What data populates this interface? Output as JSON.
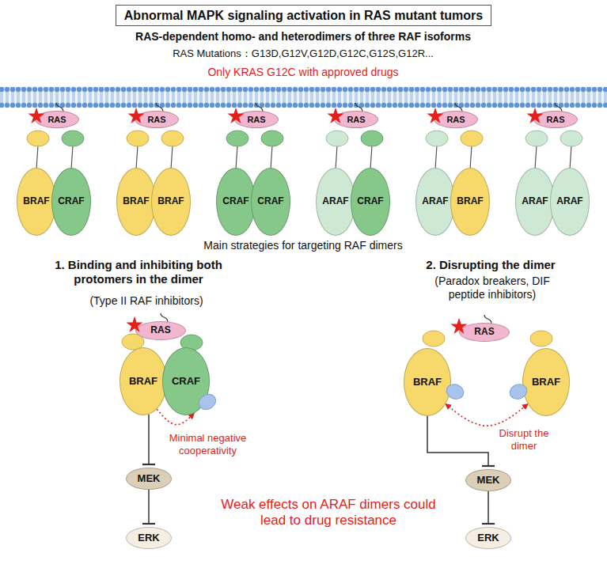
{
  "diagram": {
    "title": "Abnormal MAPK signaling activation in RAS mutant tumors",
    "nodes": [
      {
        "text": [
          "RAS"
        ]
      },
      {
        "text": [
          "BRAF"
        ]
      },
      {
        "text": [
          "CRAF"
        ]
      },
      {
        "text": [
          "RAS"
        ]
      },
      {
        "text": [
          "BRAF"
        ]
      },
      {
        "text": [
          "BRAF"
        ]
      },
      {
        "text": [
          "RAS"
        ]
      },
      {
        "text": [
          "CRAF"
        ]
      },
      {
        "text": [
          "CRAF"
        ]
      },
      {
        "text": [
          "RAS"
        ]
      },
      {
        "text": [
          "ARAF"
        ]
      },
      {
        "text": [
          "CRAF"
        ]
      },
      {
        "text": [
          "RAS"
        ]
      },
      {
        "text": [
          "ARAF"
        ]
      },
      {
        "text": [
          "BRAF"
        ]
      },
      {
        "text": [
          "RAS"
        ]
      },
      {
        "text": [
          "ARAF"
        ]
      },
      {
        "text": [
          "ARAF"
        ]
      },
      {
        "text": [
          "RAS"
        ]
      },
      {
        "text": [
          "BRAF"
        ]
      },
      {
        "text": [
          "CRAF"
        ]
      },
      {
        "text": [
          "MEK"
        ]
      },
      {
        "text": [
          "ERK"
        ]
      },
      {
        "text": [
          "RAS"
        ]
      },
      {
        "text": [
          "BRAF"
        ]
      },
      {
        "text": [
          "BRAF"
        ]
      },
      {
        "text": [
          "MEK"
        ]
      },
      {
        "text": [
          "ERK"
        ]
      }
    ],
    "edges": [
      {
        "from": 19,
        "to": 21,
        "arrow": "to"
      },
      {
        "from": 21,
        "to": 22,
        "arrow": "to"
      },
      {
        "from": 19,
        "to": 20,
        "arrow": "to"
      },
      {
        "from": 24,
        "to": 26,
        "arrow": "to"
      },
      {
        "from": 26,
        "to": 27,
        "arrow": "to"
      },
      {
        "from": 24,
        "to": 25,
        "arrow": "both"
      }
    ],
    "labels": [
      "RAS-dependent homo- and heterodimers of three RAF isoforms",
      "RAS Mutations：G13D,G12V,G12D,G12C,G12S,G12R...",
      "Only KRAS G12C with approved drugs",
      "Main strategies for targeting RAF dimers",
      "1. Binding and inhibiting both protomers in the dimer",
      "(Type II RAF inhibitors)",
      "2. Disrupting the dimer",
      "(Paradox breakers, DIF peptide inhibitors)",
      "Minimal negative cooperativity",
      "Disrupt the dimer",
      "Weak effects on ARAF dimers could lead to drug resistance"
    ]
  }
}
